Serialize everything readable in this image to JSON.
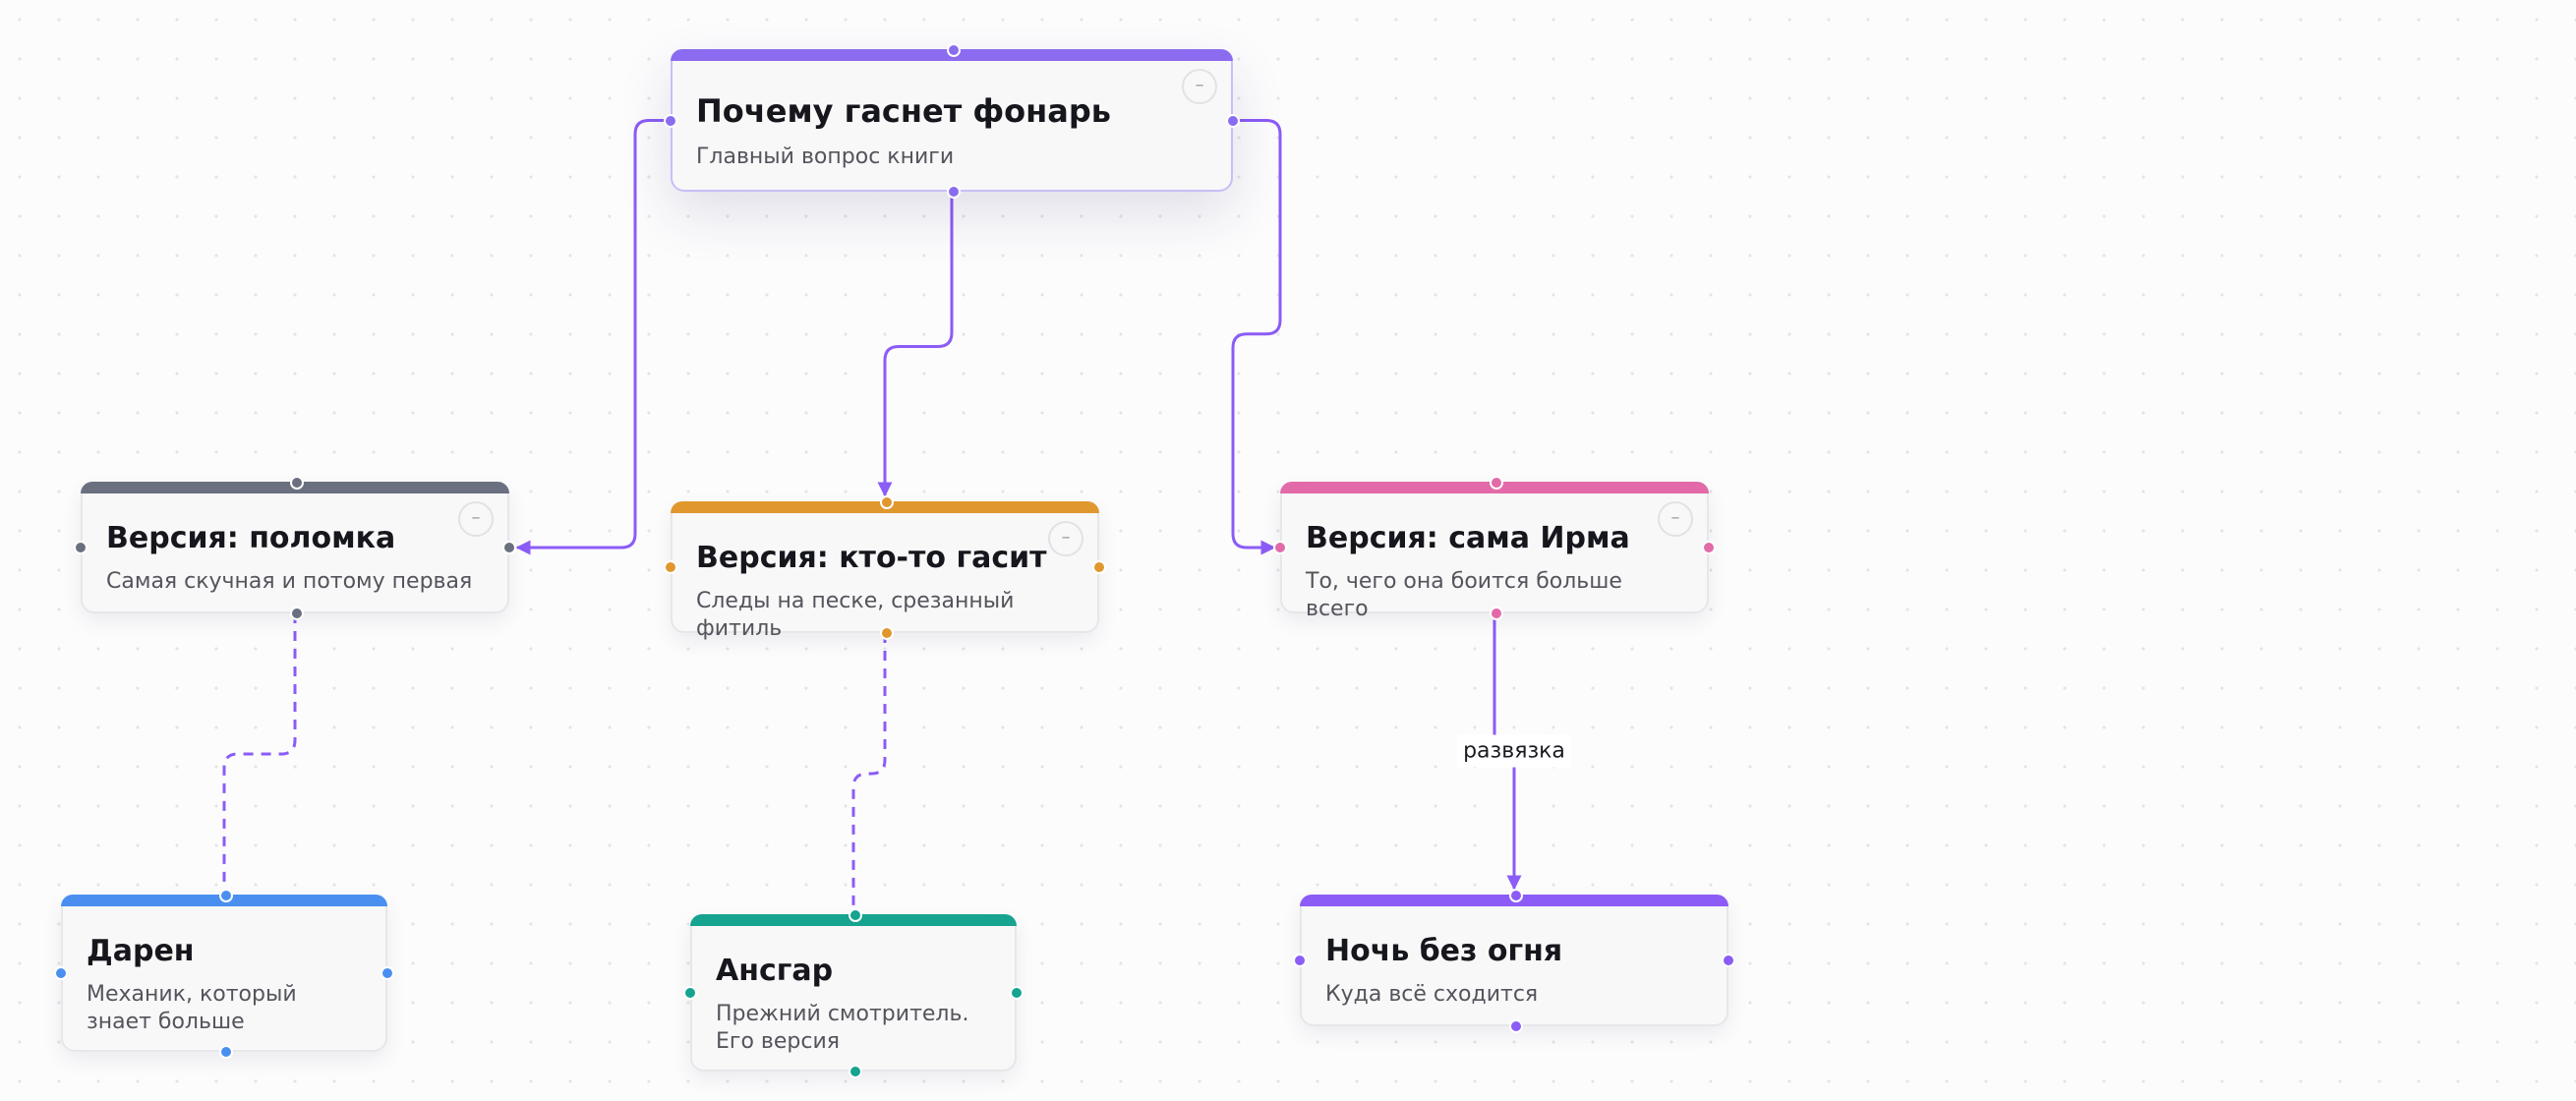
{
  "nodes": [
    {
      "id": "root",
      "title": "Почему гаснет фонарь",
      "subtitle": "Главный вопрос книги",
      "color": "#8b6cf0",
      "collapsible": true
    },
    {
      "id": "breakdown",
      "title": "Версия: поломка",
      "subtitle": "Самая скучная и потому первая",
      "color": "#6b7080",
      "collapsible": true
    },
    {
      "id": "someone",
      "title": "Версия: кто-то гасит",
      "subtitle": "Следы на песке, срезанный фитиль",
      "color": "#e0982e",
      "collapsible": true
    },
    {
      "id": "irma",
      "title": "Версия: сама Ирма",
      "subtitle": "То, чего она боится больше всего",
      "color": "#e26aa8",
      "collapsible": true
    },
    {
      "id": "daren",
      "title": "Дарен",
      "subtitle": "Механик, который знает больше",
      "color": "#4a8ff0",
      "collapsible": false
    },
    {
      "id": "ansgar",
      "title": "Ансгар",
      "subtitle": "Прежний смотритель. Его версия",
      "color": "#16a390",
      "collapsible": false
    },
    {
      "id": "night",
      "title": "Ночь без огня",
      "subtitle": "Куда всё сходится",
      "color": "#8b5cf6",
      "collapsible": false
    }
  ],
  "edges": [
    {
      "from": "root",
      "to": "breakdown",
      "style": "solid",
      "arrow": true,
      "color": "#8b5cf6"
    },
    {
      "from": "root",
      "to": "someone",
      "style": "solid",
      "arrow": true,
      "color": "#8b5cf6"
    },
    {
      "from": "root",
      "to": "irma",
      "style": "solid",
      "arrow": true,
      "color": "#8b5cf6"
    },
    {
      "from": "breakdown",
      "to": "daren",
      "style": "dashed",
      "arrow": false,
      "color": "#8b5cf6"
    },
    {
      "from": "someone",
      "to": "ansgar",
      "style": "dashed",
      "arrow": false,
      "color": "#8b5cf6"
    },
    {
      "from": "irma",
      "to": "night",
      "style": "solid",
      "arrow": true,
      "color": "#8b5cf6",
      "label": "развязка"
    }
  ],
  "icons": {
    "collapse": "minus-icon",
    "collapse_glyph": "–"
  },
  "colors": {
    "edge": "#8b5cf6",
    "background": "#fcfcfd"
  }
}
